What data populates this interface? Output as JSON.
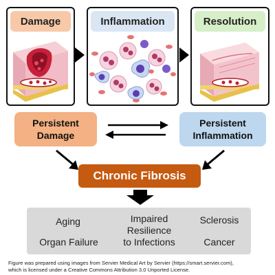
{
  "stages": {
    "damage": "Damage",
    "inflammation": "Inflammation",
    "resolution": "Resolution"
  },
  "states": {
    "persistent_damage": "Persistent\nDamage",
    "persistent_inflammation": "Persistent\nInflammation",
    "chronic_fibrosis": "Chronic Fibrosis"
  },
  "outcomes": {
    "aging": "Aging",
    "organ_failure": "Organ Failure",
    "impaired_resilience": "Impaired\nResilience\nto Infections",
    "sclerosis": "Sclerosis",
    "cancer": "Cancer"
  },
  "credit": {
    "line1": "Figure was prepared using images from Servier Medical Art by Servier (https://smart.servier.com),",
    "line2": "which is licensed under a Creative Commons Attribution 3.0 Unported License."
  },
  "colors": {
    "damage_title": "#f7c9a8",
    "inflammation_title": "#dbe6f4",
    "resolution_title": "#d6efc8",
    "persistent_damage": "#f4b183",
    "persistent_inflammation": "#bdd7ee",
    "chronic_fibrosis": "#c55a11",
    "outcomes_bg": "#d9d9d9"
  },
  "icons": [
    "damaged-tissue-illustration",
    "immune-cells-illustration",
    "healed-tissue-illustration",
    "right-arrow-icon",
    "double-arrow-icon",
    "down-arrow-icon"
  ]
}
